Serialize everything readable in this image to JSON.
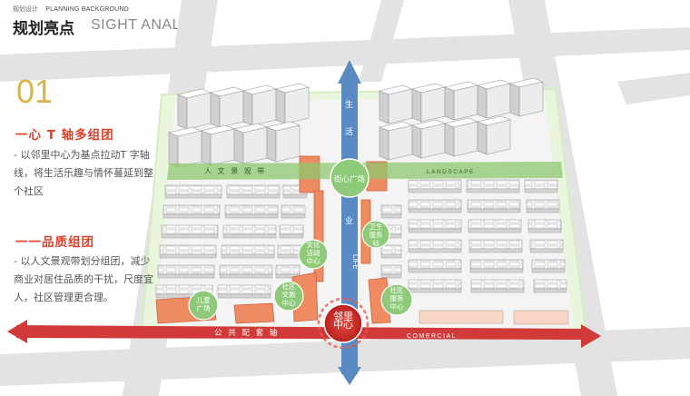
{
  "header": {
    "small_cn": "规划设计",
    "small_en": "PLANNING BACKGROUND",
    "title": "规划亮点",
    "subtitle": "SIGHT ANALYSIS"
  },
  "section_number": "01",
  "sections": [
    {
      "title": "一心 T 轴多组团",
      "body": "- 以邻里中心为基点拉动T 字轴线，将生活乐趣与情怀蔓延到整个社区"
    },
    {
      "title": "一一品质组团",
      "body": "- 以人文景观带划分组团，减少商业对居住品质的干扰，尺度宜人，社区管理更合理。"
    }
  ],
  "diagram": {
    "axes": {
      "vertical_chars": [
        "生",
        "活"
      ],
      "vertical_mid_chars": [
        "商",
        "业"
      ],
      "life": "LIFE",
      "landscape_cn": "人 文 景 观 带",
      "landscape_en": "LANDSCAPE",
      "commercial_cn": "公 共 配 套 轴",
      "commercial_en": "COMERCIAL"
    },
    "nodes": {
      "central_plaza": "街心广场",
      "health_service": "卫生服务站",
      "culture_center": "文化活动中心",
      "community_edu": "社区文教中心",
      "children_plaza": "儿童广场",
      "elderly_center": "社区服务中心",
      "neighborhood_center": "邻里中心"
    },
    "colors": {
      "axis_blue": "#5a8ac4",
      "axis_red": "#d23a3a",
      "landscape_green": "#8ec76e",
      "node_green": "#8fca7a",
      "commercial_orange": "#ef8b62"
    }
  }
}
